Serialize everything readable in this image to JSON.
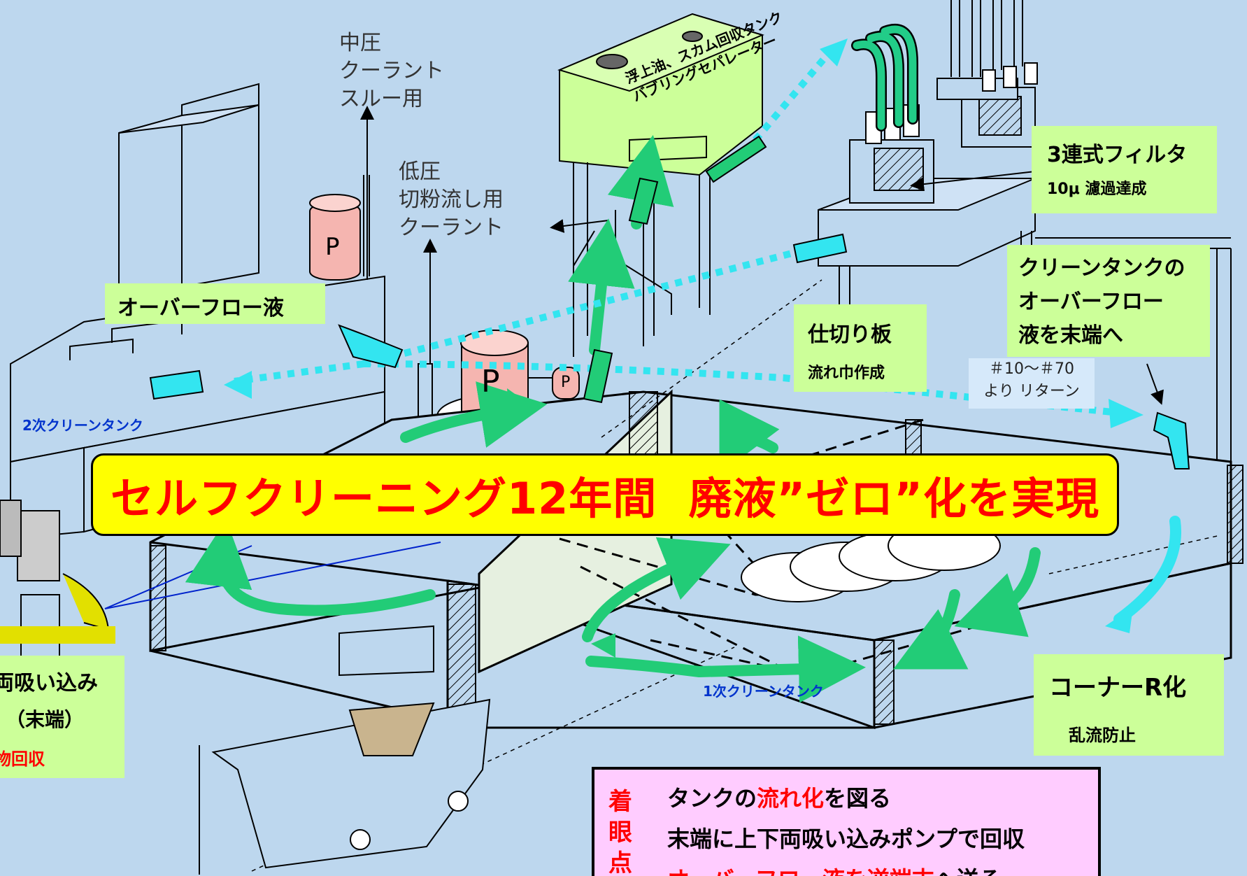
{
  "labels": {
    "medium_pressure": [
      "中圧",
      "クーラント",
      "スルー用"
    ],
    "low_pressure": [
      "低圧",
      "切粉流し用",
      "クーラント"
    ],
    "separator": [
      "浮上油、スカム回収タンク",
      "バブリングセパレーター"
    ],
    "filter_title": "3連式フィルタ",
    "filter_sub": "10μ 濾過達成",
    "clean_overflow": [
      "クリーンタンクの",
      "オーバーフロー",
      "液を末端へ"
    ],
    "overflow": "オーバーフロー液",
    "partition_title": "仕切り板",
    "partition_sub": "流れ巾作成",
    "return_note": [
      "＃10～＃70",
      "より  リターン"
    ],
    "secondary_tank": "2次クリーンタンク",
    "primary_tank": "1次クリーンタンク",
    "corner_title": "コーナーR化",
    "corner_sub": "乱流防止",
    "suction": [
      "両吸い込み",
      "（末端）",
      "物回収"
    ],
    "pump_letter": "P"
  },
  "banner": "セルフクリーニング12年間  廃液”ゼロ”化を実現",
  "key_points": {
    "vertical_label": [
      "着",
      "眼",
      "点"
    ],
    "item1": {
      "before": "タンクの",
      "highlight": "流れ化",
      "after": "を図る"
    },
    "item2": "末端に上下両吸い込みポンプで回収",
    "item3": {
      "highlight": "オーバーフロー液を逆端末",
      "after": "へ送る"
    }
  },
  "colors": {
    "background": "#bdd7ee",
    "label_box": "#ccff99",
    "banner_fill": "#ffff00",
    "banner_text": "#ff0000",
    "key_box": "#ffccff",
    "flow_green": "#22cc77",
    "flow_cyan": "#33e5f0",
    "pump_pink": "#f5b5b0",
    "separator_fill": "#ccff99"
  }
}
